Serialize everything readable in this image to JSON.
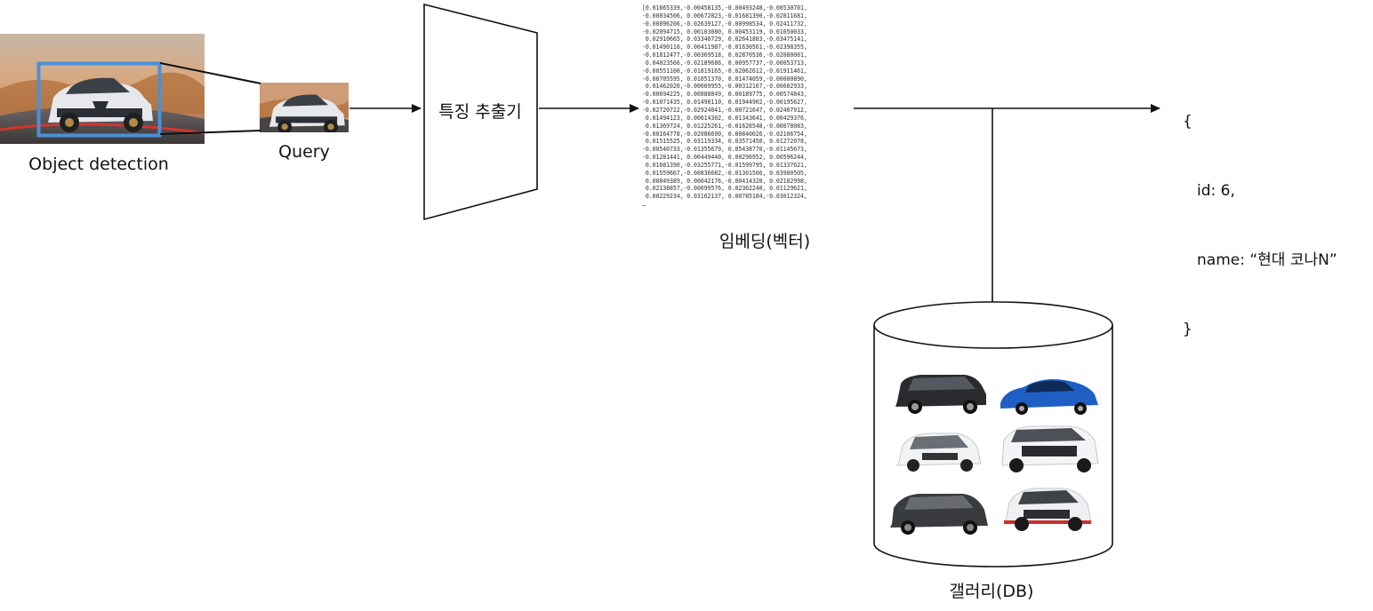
{
  "labels": {
    "object_detection": "Object detection",
    "query": "Query",
    "feature_extractor": "특징 추출기",
    "embedding": "임베딩(벡터)",
    "gallery": "갤러리(DB)"
  },
  "embedding_text": "[0.01665339,-0.00458135,-0.00493248,-0.00530701,\n-0.00034506, 0.00672823,-0.01681390,-0.02811681,\n-0.00896206,-0.02639127,-0.00998534, 0.02411732,\n-0.02094715, 0.00103080, 0.00453119, 0.01050033,\n 0.02910665, 0.03346729, 0.02641803,-0.03475141,\n-0.01490110, 0.00411987,-0.01630561,-0.02398355,\n-0.01812477,-0.00369518, 0.02870536,-0.02080001,\n 0.04023566,-0.02189686, 0.00957737,-0.00053713,\n-0.00551100,-0.01819165,-0.02062612,-0.01911461,\n-0.00705595, 0.01051370, 0.01474059,-0.00000890,\n 0.01462020,-0.00609955,-0.00312167,-0.00602933,\n-0.00694225, 0.00888849, 0.00189775, 0.00574843,\n-0.01071435, 0.01490110, 0.01944902,-0.00195627,\n-0.02720722,-0.02924041,-0.00721647, 0.02467912,\n 0.01494123, 0.00614302, 0.01343641, 0.00429376,\n 0.01369724, 0.01225261,-0.01626548,-0.00078083,\n-0.00164778,-0.02086690, 0.00840026,-0.02106754,\n 0.01515525, 0.03119334, 0.03571450, 0.01272078,\n-0.00540733,-0.01355679, 0.05438770,-0.01145673,\n-0.01281441, 0.00449440, 0.00296952, 0.00596244,\n 0.01681390,-0.03255771,-0.01599795, 0.01337621,\n 0.01559667,-0.00836682,-0.01301506, 0.03900505,\n 0.00849389, 0.00042176,-0.00414328, 0.02182998,\n 0.02138857,-0.00699576, 0.02362240, 0.01129621,\n 0.00229234, 0.03162137, 0.00785184,-0.03012324,\n…",
  "result": {
    "open": "{",
    "id_line": "id: 6,",
    "name_line": "name: “현대 코나N”",
    "close": "}"
  },
  "colors": {
    "bbox": "#4a90d9",
    "line": "#111111"
  }
}
